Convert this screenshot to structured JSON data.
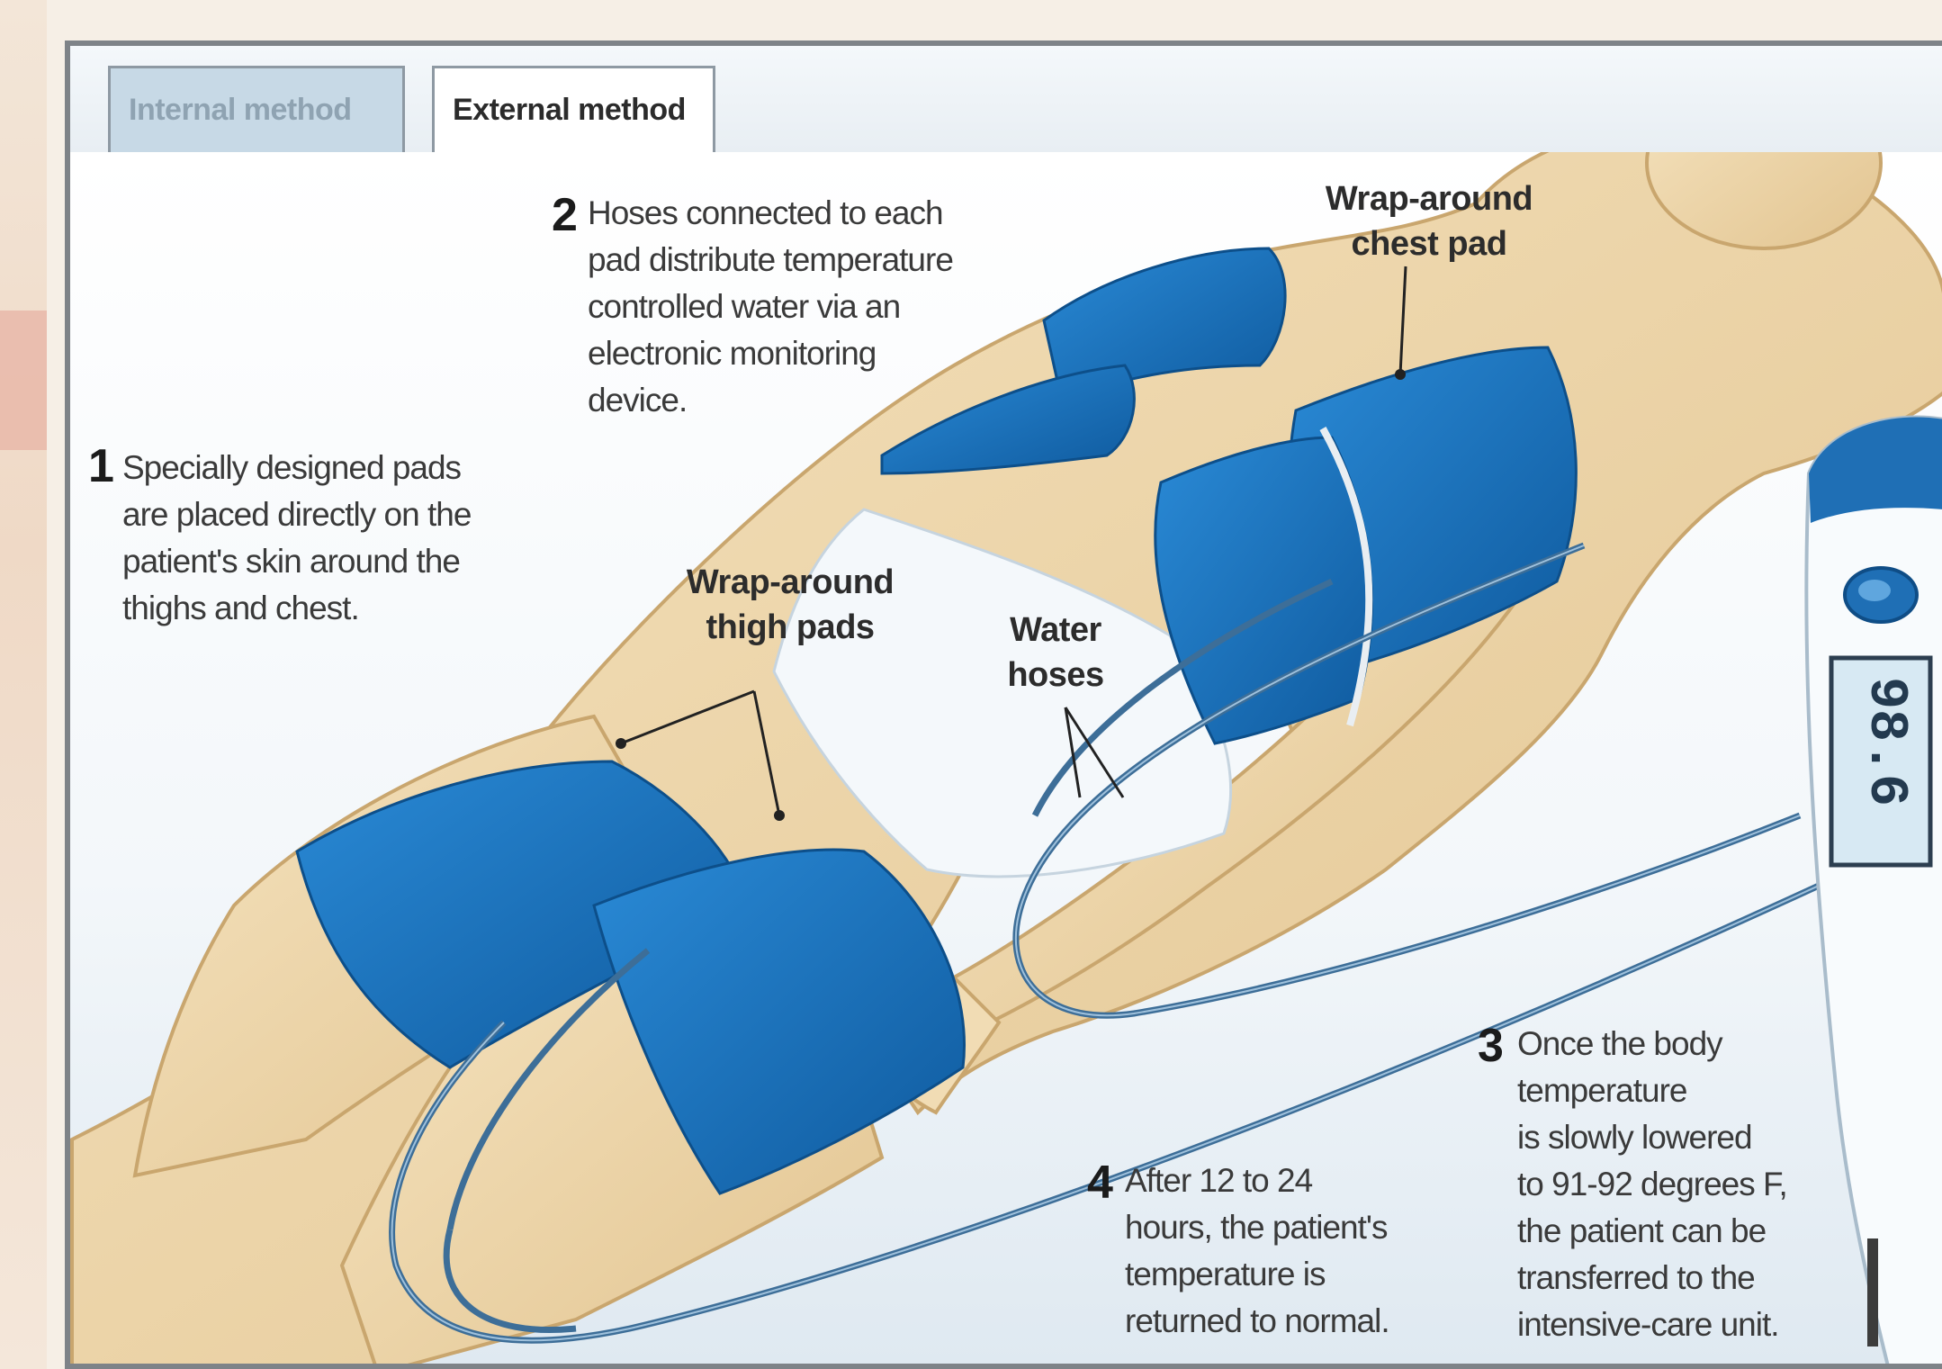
{
  "tabs": [
    {
      "label": "Internal method",
      "active": false
    },
    {
      "label": "External method",
      "active": true
    }
  ],
  "steps": [
    {
      "number": "1",
      "text": [
        "Specially designed pads",
        "are placed directly on the",
        "patient's skin around the",
        "thighs and chest."
      ]
    },
    {
      "number": "2",
      "text": [
        "Hoses connected to each",
        "pad distribute temperature",
        "controlled water via an",
        "electronic monitoring",
        "device."
      ]
    },
    {
      "number": "3",
      "text": [
        "Once the body",
        "temperature",
        "is slowly lowered",
        "to 91-92 degrees F,",
        "the patient can be",
        "transferred to the",
        "intensive-care unit."
      ]
    },
    {
      "number": "4",
      "text": [
        "After 12 to 24",
        "hours, the patient's",
        "temperature is",
        "returned to normal."
      ]
    }
  ],
  "callouts": {
    "chest_pad": [
      "Wrap-around",
      "chest pad"
    ],
    "thigh_pads": [
      "Wrap-around",
      "thigh pads"
    ],
    "water_hoses": [
      "Water",
      "hoses"
    ]
  },
  "thermometer_reading": "98.6",
  "colors": {
    "pad_blue": "#1f78c4",
    "pad_dark": "#125a9c",
    "skin": "#eed8ae",
    "frame": "#7e8388",
    "tab_inactive": "#c7d9e6"
  }
}
